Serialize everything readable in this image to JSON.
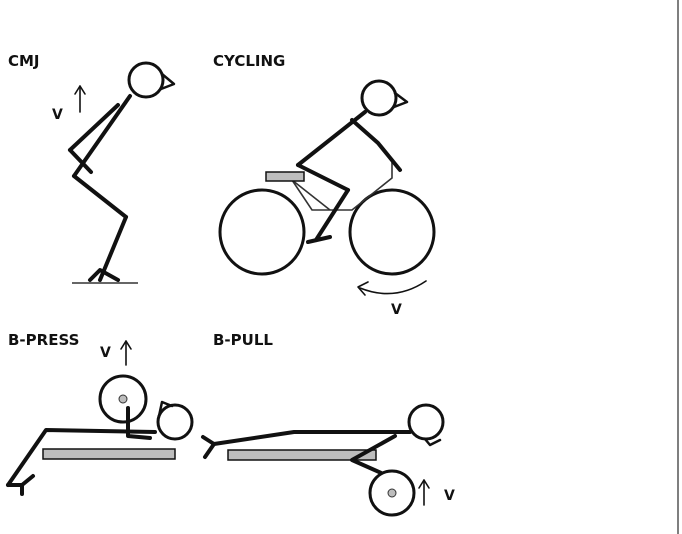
{
  "panels": {
    "cmj": {
      "title": "CMJ",
      "velocity_label": "V"
    },
    "cycling": {
      "title": "CYCLING",
      "velocity_label": "V"
    },
    "bpress": {
      "title": "B-PRESS",
      "velocity_label": "V"
    },
    "bpull": {
      "title": "B-PULL",
      "velocity_label": "V"
    }
  },
  "colors": {
    "ink": "#111111",
    "bench": "#bdbdbd",
    "background": "#ffffff"
  }
}
